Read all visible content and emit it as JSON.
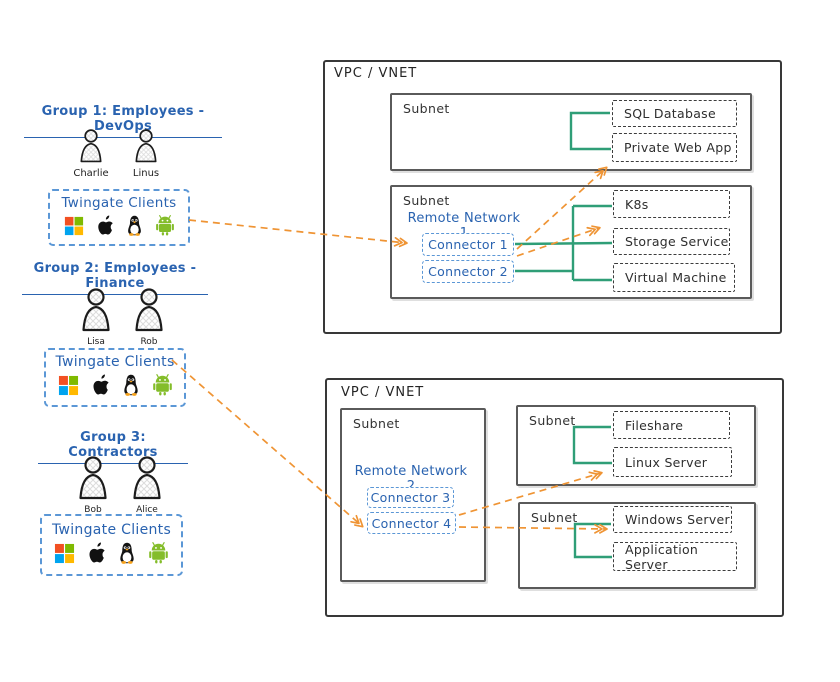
{
  "colors": {
    "blue_text": "#2a63b0",
    "blue_dashed_border": "#5b97d6",
    "green_link": "#2f9e77",
    "orange_arrow": "#ef9434",
    "ink": "#333333"
  },
  "icons": {
    "user": "user-icon",
    "platforms": [
      "windows-icon",
      "apple-icon",
      "linux-icon",
      "android-icon"
    ]
  },
  "groups": [
    {
      "title": "Group 1: Employees - DevOps",
      "users": [
        "Charlie",
        "Linus"
      ],
      "clients_label": "Twingate Clients"
    },
    {
      "title": "Group 2: Employees - Finance",
      "users": [
        "Lisa",
        "Rob"
      ],
      "clients_label": "Twingate Clients"
    },
    {
      "title": "Group 3: Contractors",
      "users": [
        "Bob",
        "Alice"
      ],
      "clients_label": "Twingate Clients"
    }
  ],
  "vpc_top": {
    "label": "VPC / VNET",
    "subnet1": {
      "label": "Subnet",
      "services": [
        "SQL Database",
        "Private Web App"
      ]
    },
    "subnet2": {
      "label": "Subnet",
      "network": "Remote Network 1",
      "connectors": [
        "Connector 1",
        "Connector 2"
      ],
      "services": [
        "K8s",
        "Storage Service",
        "Virtual Machine"
      ]
    }
  },
  "vpc_bottom": {
    "label": "VPC / VNET",
    "subnet_left": {
      "label": "Subnet",
      "network": "Remote Network 2",
      "connectors": [
        "Connector 3",
        "Connector 4"
      ]
    },
    "subnet_right1": {
      "label": "Subnet",
      "services": [
        "Fileshare",
        "Linux Server"
      ]
    },
    "subnet_right2": {
      "label": "Subnet",
      "services": [
        "Windows Server",
        "Application Server"
      ]
    }
  },
  "connections": [
    {
      "from": "Group 1 Twingate Clients",
      "to": "Connector 1"
    },
    {
      "from": "Connector 1",
      "to": "Private Web App"
    },
    {
      "from": "Connector 1",
      "to": "Storage Service"
    },
    {
      "from": "Group 2 Twingate Clients",
      "to": "Connector 4"
    },
    {
      "from": "Connector 4",
      "to": "Linux Server"
    },
    {
      "from": "Connector 4",
      "to": "Windows Server"
    }
  ]
}
